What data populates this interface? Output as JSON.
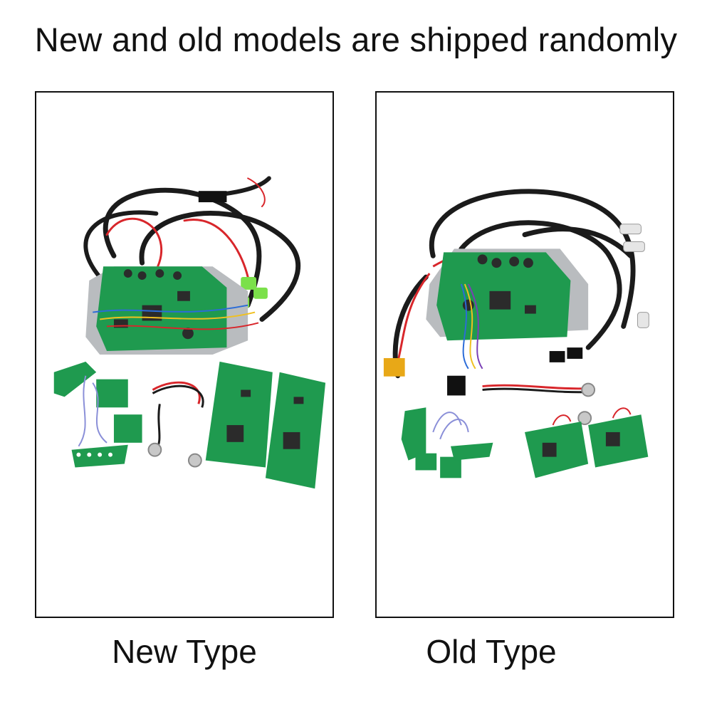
{
  "headline": "New and old models are shipped randomly",
  "panels": [
    {
      "label": "New Type"
    },
    {
      "label": "Old Type"
    }
  ],
  "colors": {
    "pcb_green": "#1f9a4f",
    "pcb_dark": "#147a3c",
    "metal": "#b9bcbf",
    "cable": "#1b1b1b",
    "wire_red": "#d8262b",
    "connector_lime": "#7be04a",
    "connector_yellow": "#e8a817"
  }
}
